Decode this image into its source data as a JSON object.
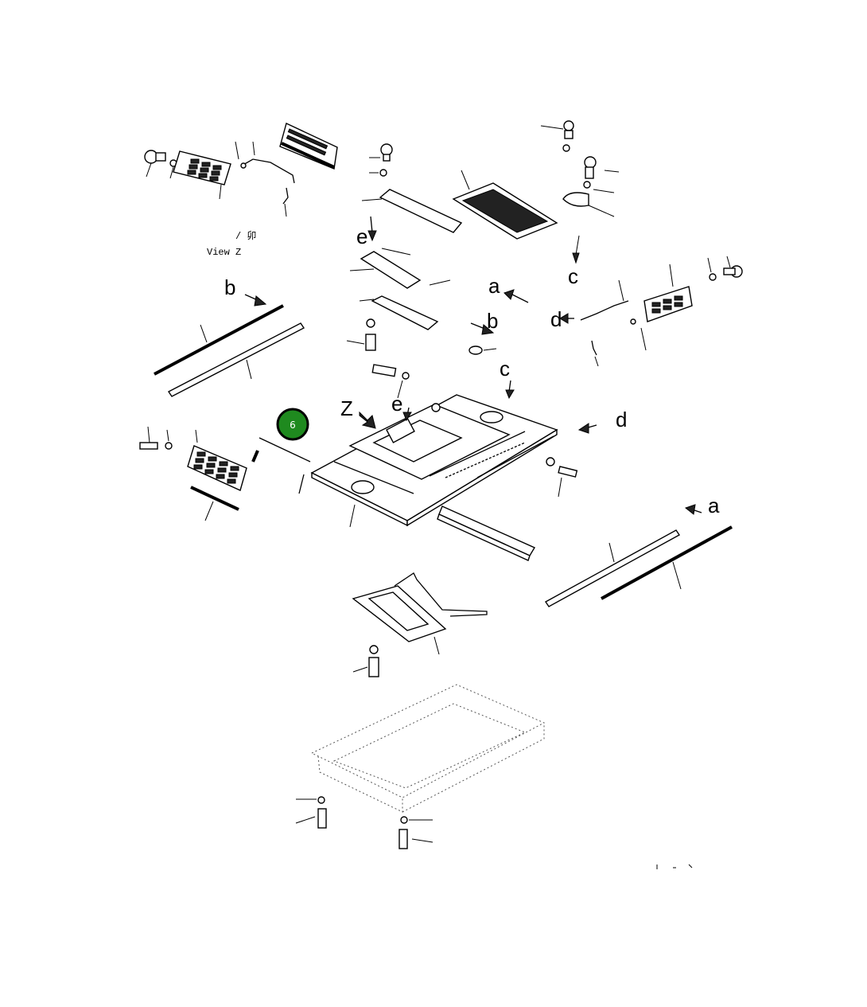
{
  "diagram": {
    "labels": {
      "a_top": "a",
      "a_right": "a",
      "b_left": "b",
      "b_center": "b",
      "c_top": "c",
      "c_center": "c",
      "d_right": "d",
      "d_center": "d",
      "e_top": "e",
      "e_center": "e",
      "z": "Z",
      "view_z": "View Z"
    },
    "callout": {
      "number": "6",
      "color": "#1f8a1f",
      "ring_color": "#000000"
    }
  }
}
